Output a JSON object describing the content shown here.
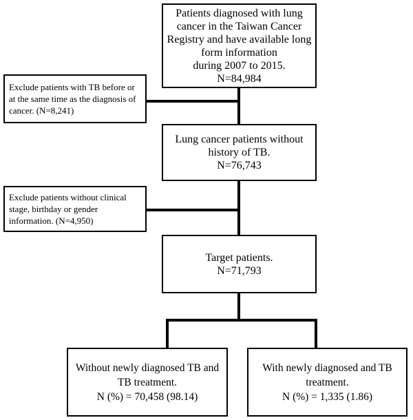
{
  "boxes": {
    "registry": {
      "lines": [
        "Patients diagnosed with lung",
        "cancer in the Taiwan Cancer",
        "Registry and have available long",
        "form information",
        "during 2007 to 2015.",
        "N=84,984"
      ]
    },
    "exclude_tb": {
      "lines": [
        "Exclude patients with TB before or",
        "at the same time as the diagnosis of",
        "cancer. (N=8,241)"
      ]
    },
    "no_tb_history": {
      "lines": [
        "Lung cancer patients without",
        "history of TB.",
        "N=76,743"
      ]
    },
    "exclude_missing": {
      "lines": [
        "Exclude patients without clinical",
        "stage, birthday or gender",
        "information. (N=4,950)"
      ]
    },
    "target": {
      "lines": [
        "Target patients.",
        "N=71,793"
      ]
    },
    "without_tb": {
      "lines": [
        "Without newly diagnosed TB and",
        "TB treatment.",
        "N (%) = 70,458 (98.14)"
      ]
    },
    "with_tb": {
      "lines": [
        "With newly diagnosed and TB",
        "treatment.",
        "N (%) = 1,335 (1.86)"
      ]
    }
  }
}
